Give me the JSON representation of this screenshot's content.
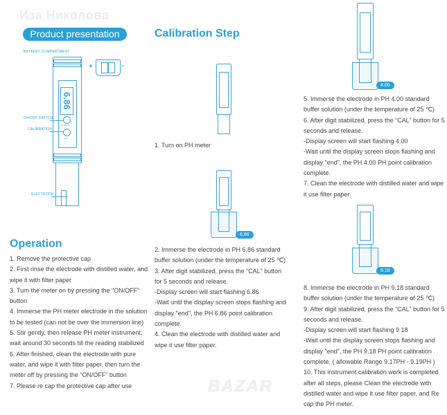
{
  "watermark": "Иза Николова",
  "brand_watermark": "BAZAR",
  "product": {
    "title": "Product presentation",
    "labels": {
      "battery": "BATTERY COMPARTMENT",
      "onoff": "ON/OFF SWITCH",
      "calibration": "CALIBRATION",
      "electrode": "ELECTRODE",
      "plus": "+",
      "minus": "-",
      "btn_onoff": "ON/OFF",
      "btn_cal": "CAL"
    },
    "display_value": "6.86"
  },
  "operation": {
    "title": "Operation",
    "steps": [
      "1. Remove the protective cap",
      "2. First rinse the electrode with distilled water, and wipe it with filter paper",
      "3. Turn the meter on by pressing the “ON/OFF” button",
      "4. Immerse the PH meter electrode in the solution to be tested (can not be over the immersion line)",
      "5. Stir gently, then release PH meter instrument, wait around 30 seconds till the reading stabilized",
      "6. After finished, clean the electrode with pure water, and wipe it with filter paper, then turn the meter off by pressing the “ON/OFF” button",
      "7. Please re cap the protective cap after use"
    ]
  },
  "calibration": {
    "title": "Calibration Step",
    "step1": "1. Turn on PH meter",
    "tags": {
      "ph686": "6.86",
      "ph400": "4.00",
      "ph918": "9.18"
    },
    "block686": [
      "2. Immerse the electrode in PH 6.86 standard buffer solution  (under the temperature of 25 ℃)",
      "3. After digit stabilized, press the “CAL” button for 5 seconds and release.",
      "-Display screen will start flashing 6.86",
      "-Wait until the display screen stops flashing and display \"end\", the PH 6.86 point calibration complete.",
      "4. Clean the electrode with distilled water and wipe it use filter paper."
    ],
    "block400": [
      "5. Immerse the electrode in PH 4.00 standard buffer solution (under the temperature of 25 ℃)",
      "6. After digit stabilized, press the “CAL” button for 5 seconds and release.",
      "-Display screen will start flashing 4.00",
      "-Wait until the display screen stops flashing and display \"end\", the PH 4.00 PH point calibration complete.",
      "7. Clean the electrode with distilled water and wipe it use filter paper."
    ],
    "block918": [
      "8. Immerse the electrode in PH 9.18 standard buffer solution (under the temperature of 25 ℃)",
      "9. After digit stabilized, press the “CAL” button for 5 seconds and release.",
      "-Display screen will start flashing 9.18",
      "-Wait until the display screen stops flashing and display \"end\", the PH 9.18 PH point calibration complete. ( allowable Range 9.17PH - 9.19PH )",
      "10. This instrument calibration work is completed after all steps, please Clean the electrode with distilled water and wipe it use filter paper, and Re cap the PH meter."
    ]
  }
}
